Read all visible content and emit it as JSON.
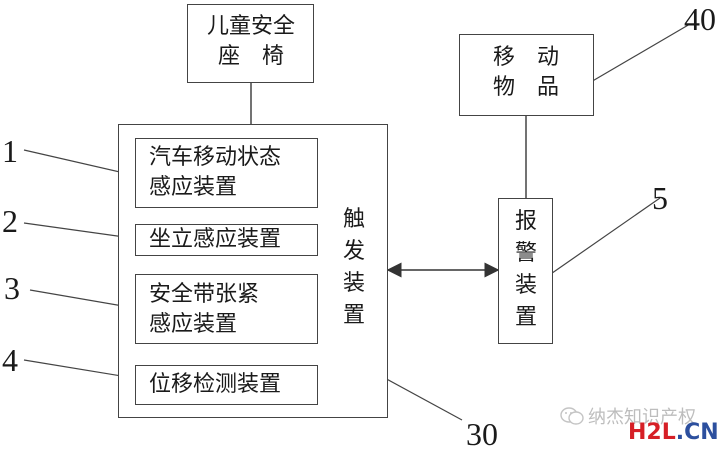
{
  "diagram": {
    "child_seat": "儿童安全\n座　椅",
    "moving_object": "移　动\n物　品",
    "sensor_vehicle": "汽车移动状态\n感应装置",
    "sensor_seated": "坐立感应装置",
    "sensor_belt": "安全带张紧\n感应装置",
    "sensor_displacement": "位移检测装置",
    "trigger": "触\n发\n装\n置",
    "alarm": "报\n警\n装\n置",
    "labels": {
      "l1": "1",
      "l2": "2",
      "l3": "3",
      "l4": "4",
      "l5": "5",
      "l30": "30",
      "l40": "40"
    }
  },
  "watermark": {
    "text": "纳杰知识产权",
    "logo_h2l": "H2L",
    "logo_cn": ".CN"
  }
}
